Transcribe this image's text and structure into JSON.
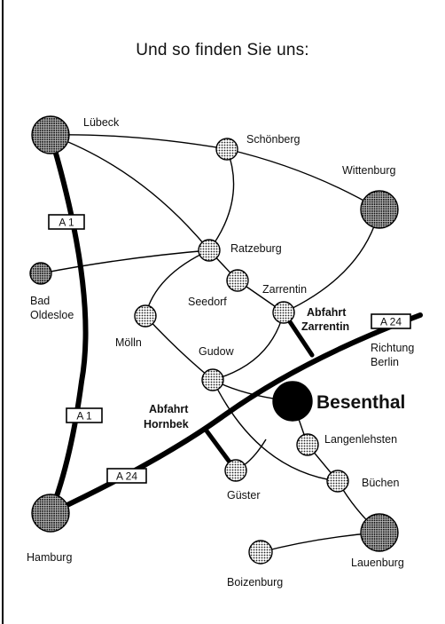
{
  "title": "Und so finden Sie uns:",
  "colors": {
    "ink": "#000000",
    "background": "#ffffff",
    "dot_light": "#d8d8d8",
    "dot_dark": "#333333"
  },
  "places": {
    "luebeck": "Lübeck",
    "schoenberg": "Schönberg",
    "wittenburg": "Wittenburg",
    "ratzeburg": "Ratzeburg",
    "bad": "Bad",
    "oldesloe": "Oldesloe",
    "seedorf": "Seedorf",
    "zarrentin": "Zarrentin",
    "moelln": "Mölln",
    "gudow": "Gudow",
    "besenthal": "Besenthal",
    "langenlehsten": "Langenlehsten",
    "guester": "Güster",
    "buechen": "Büchen",
    "hamburg": "Hamburg",
    "lauenburg": "Lauenburg",
    "boizenburg": "Boizenburg"
  },
  "exits": {
    "zarrentin_1": "Abfahrt",
    "zarrentin_2": "Zarrentin",
    "hornbek_1": "Abfahrt",
    "hornbek_2": "Hornbek"
  },
  "direction": {
    "line1": "Richtung",
    "line2": "Berlin"
  },
  "shields": {
    "a1_top": "A 1",
    "a1_bottom": "A 1",
    "a24_left": "A 24",
    "a24_right": "A 24"
  }
}
